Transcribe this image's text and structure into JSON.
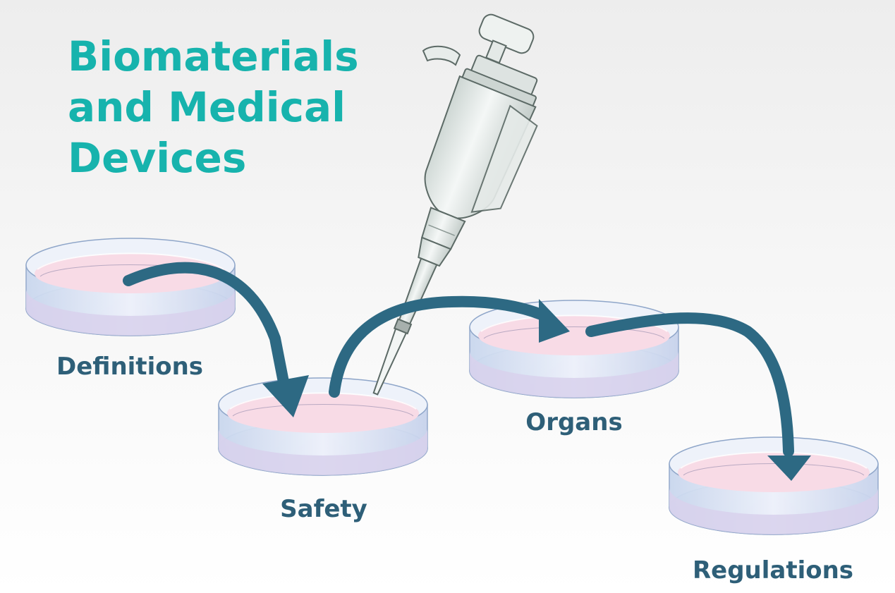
{
  "title": {
    "lines": [
      "Biomaterials",
      "and Medical",
      "Devices"
    ]
  },
  "steps": [
    {
      "label": "Definitions"
    },
    {
      "label": "Safety"
    },
    {
      "label": "Organs"
    },
    {
      "label": "Regulations"
    }
  ],
  "colors": {
    "title": "#17b3ad",
    "label": "#2e5f78",
    "arrow": "#2d6983",
    "dish_liquid": "#f8dbe6",
    "dish_glass": "#dfe7f5"
  },
  "icons": [
    "pipette-icon",
    "petri-dish-icon",
    "curved-arrow-icon"
  ]
}
